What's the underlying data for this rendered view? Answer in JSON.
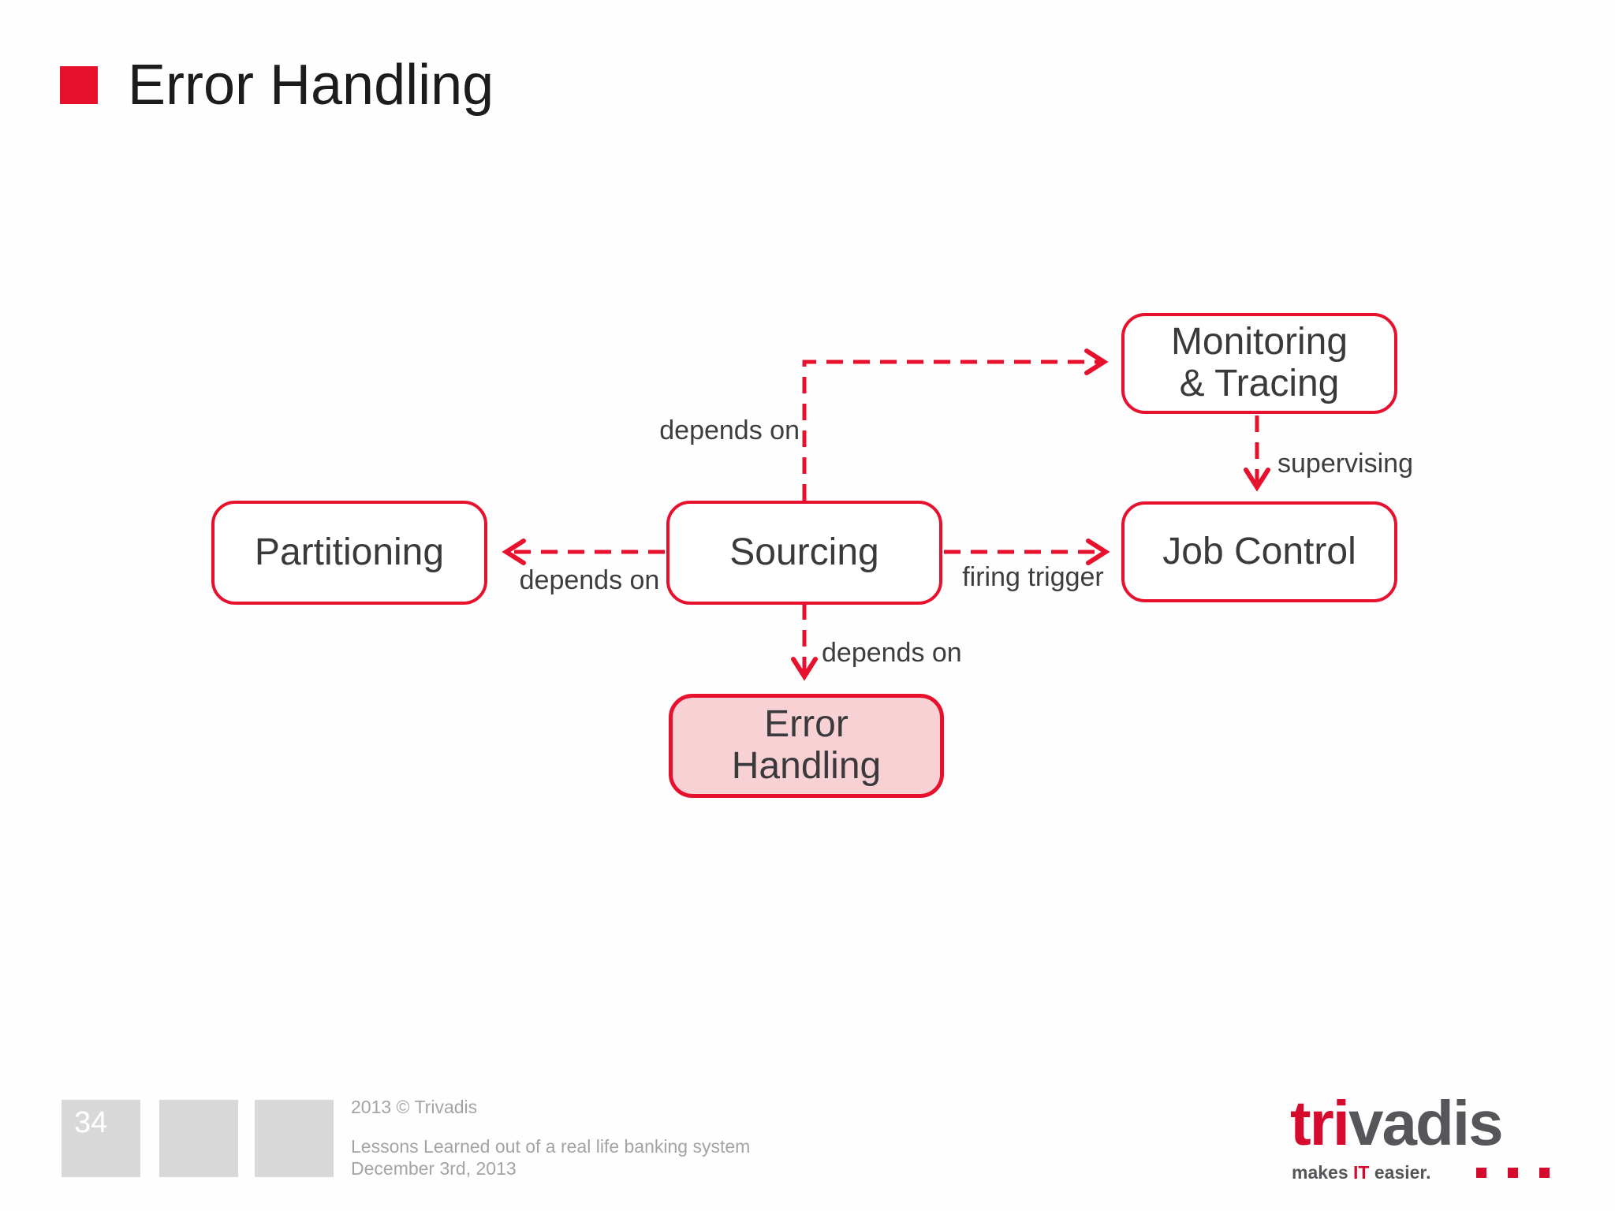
{
  "slide": {
    "title": "Error Handling"
  },
  "colors": {
    "accent_red": "#e8112d",
    "highlight_node_fill": "#f8d1d5",
    "node_text": "#3a3a3c",
    "footer_gray": "#a4a4a4"
  },
  "diagram": {
    "nodes": [
      {
        "id": "monitoring-tracing",
        "lines": [
          "Monitoring",
          "& Tracing"
        ]
      },
      {
        "id": "partitioning",
        "lines": [
          "Partitioning"
        ]
      },
      {
        "id": "sourcing",
        "lines": [
          "Sourcing"
        ]
      },
      {
        "id": "job-control",
        "lines": [
          "Job Control"
        ]
      },
      {
        "id": "error-handling",
        "lines": [
          "Error",
          "Handling"
        ],
        "highlighted": true
      }
    ],
    "edges": [
      {
        "from": "sourcing",
        "to": "monitoring-tracing",
        "label": "depends on"
      },
      {
        "from": "monitoring-tracing",
        "to": "job-control",
        "label": "supervising"
      },
      {
        "from": "sourcing",
        "to": "job-control",
        "label": "firing trigger"
      },
      {
        "from": "sourcing",
        "to": "partitioning",
        "label": "depends on"
      },
      {
        "from": "sourcing",
        "to": "error-handling",
        "label": "depends on"
      }
    ]
  },
  "footer": {
    "page_number": "34",
    "copyright": "2013 © Trivadis",
    "subtitle": "Lessons Learned out of a real life banking system",
    "date": "December 3rd, 2013"
  },
  "logo": {
    "brand_red": "tri",
    "brand_gray": "vadis",
    "tagline_pre": "makes ",
    "tagline_it": "IT",
    "tagline_post": " easier."
  }
}
